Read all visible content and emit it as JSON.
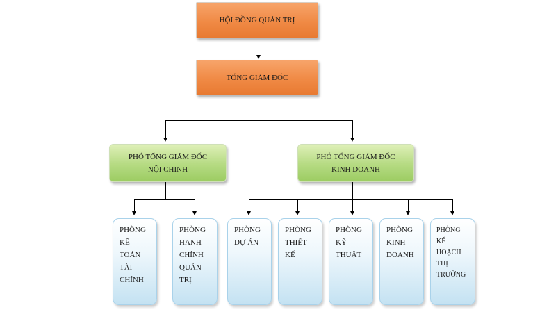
{
  "diagram": {
    "board": "HỘI ĐỒNG QUẢN TRỊ",
    "ceo": "TỔNG GIÁM ĐỐC",
    "deputy_internal": "PHÓ TỔNG GIÁM ĐỐC\nNỘI CHINH",
    "deputy_business": "PHÓ TỔNG GIÁM ĐỐC\nKINH DOANH",
    "departments": [
      "PHÒNG\nKẾ\nTOÁN\nTÀI\nCHÍNH",
      "PHÒNG\nHANH\nCHÍNH\nQUẢN\nTRỊ",
      "PHÒNG\nDỰ ÁN",
      "PHÒNG\nTHIẾT\nKẾ",
      "PHÒNG\nKỸ\nTHUẬT",
      "PHÒNG\nKINH\nDOANH",
      "PHÒNG\nKẾ\nHOẠCH\nTHỊ\nTRƯỜNG"
    ],
    "colors": {
      "top_level": "#f08a45",
      "deputy_level": "#b8dc86",
      "department_level": "#c4e2f2",
      "connector": "#000000"
    }
  }
}
